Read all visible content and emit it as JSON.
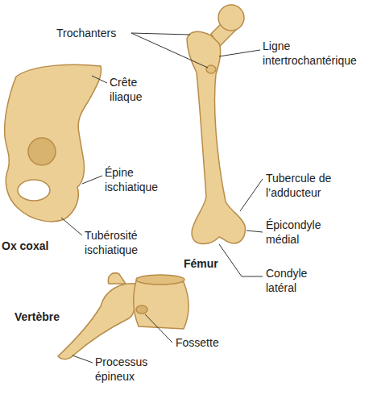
{
  "diagram": {
    "labels": [
      "Trochanters",
      "Ligne intertrochantérique",
      "Crête iliaque",
      "Épine ischiatique",
      "Tubérosité ischiatique",
      "Ox coxal",
      "Fémur",
      "Tubercule de l’adducteur",
      "Épicondyle médial",
      "Condyle latéral",
      "Vertèbre",
      "Fossette",
      "Processus épineux"
    ]
  }
}
